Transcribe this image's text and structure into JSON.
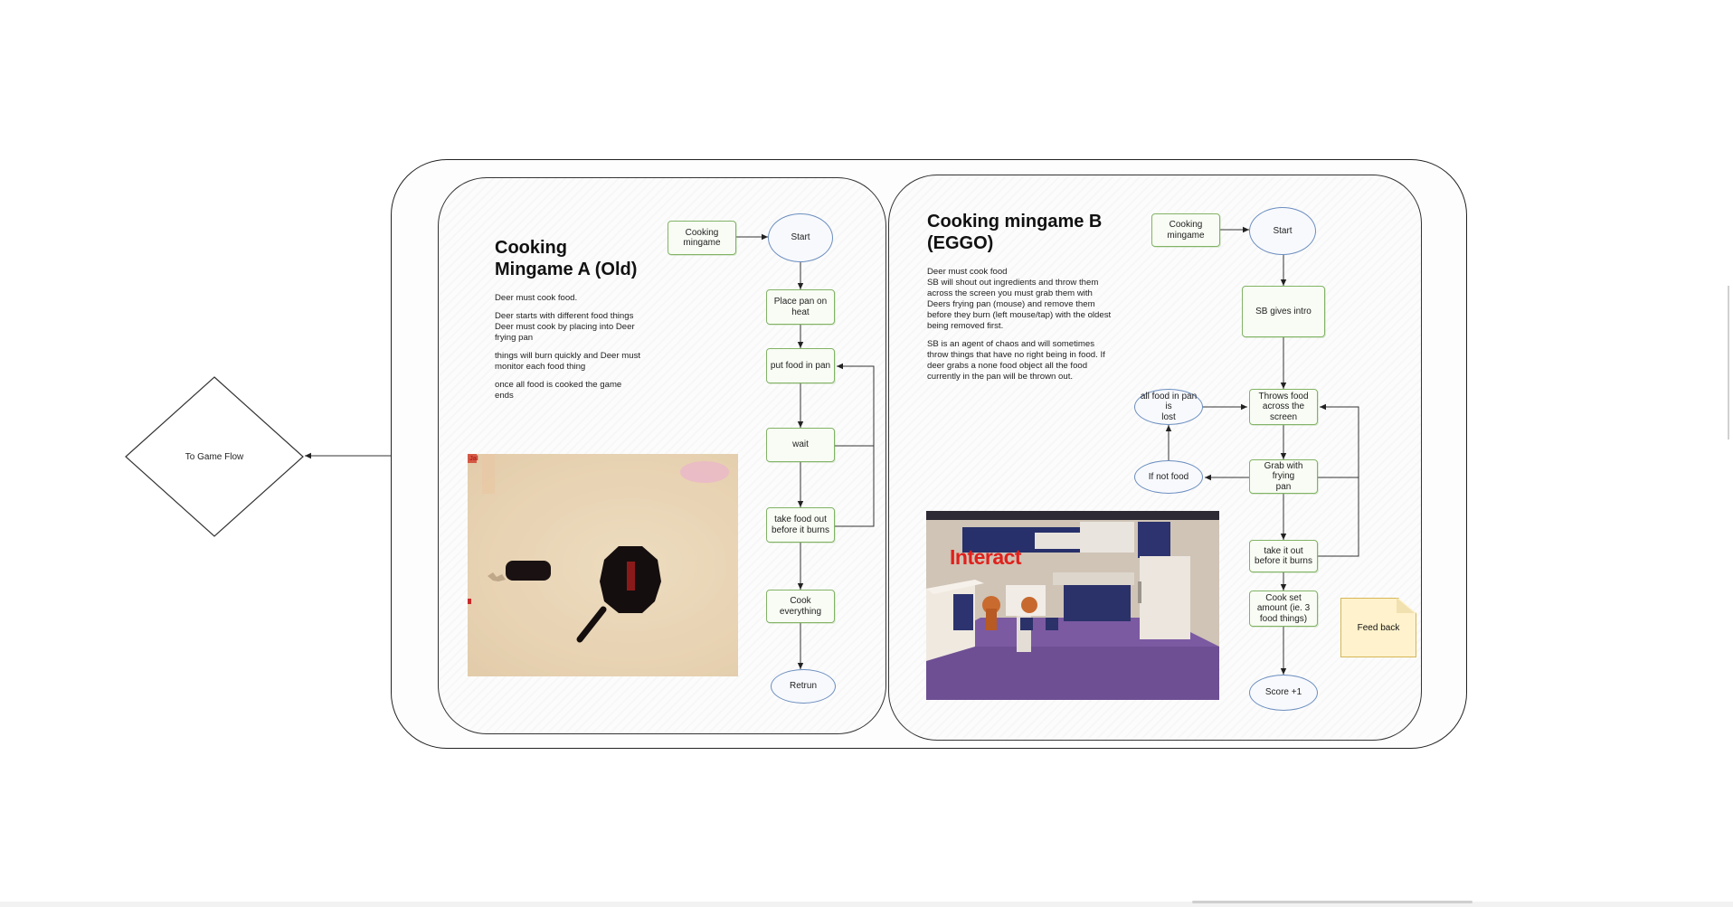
{
  "diagram": {
    "game_flow_label": "To Game Flow",
    "feedback_note": "Feed back",
    "minigame_a": {
      "title": "Cooking\nMingame A (Old)",
      "description": [
        "Deer must cook food.",
        "Deer starts with different food things\nDeer must cook by placing into Deer\nfrying pan",
        "things will burn quickly and Deer must\nmonitor each food thing",
        "once all food is cooked the game\nends"
      ],
      "flow": {
        "entry": "Cooking\nmingame",
        "start": "Start",
        "steps": [
          "Place pan on\nheat",
          "put food in pan",
          "wait",
          "take food out\nbefore it burns",
          "Cook everything"
        ],
        "end": "Retrun"
      },
      "screenshot_ui_text": "Jal"
    },
    "minigame_b": {
      "title": "Cooking mingame B\n(EGGO)",
      "description": [
        "Deer must cook food\nSB will shout out ingredients and throw them\nacross the screen you must grab them with\nDeers frying pan (mouse) and remove them\nbefore they burn (left mouse/tap) with the oldest\nbeing removed first.",
        "SB is an agent of chaos and will sometimes\nthrow things that have no right being in food. If\ndeer grabs a none food object all the food\ncurrently in the pan will be thrown out."
      ],
      "flow": {
        "entry": "Cooking\nmingame",
        "start": "Start",
        "intro": "SB gives intro",
        "throws": "Throws food\nacross the\nscreen",
        "grab": "Grab with frying\npan",
        "take_out": "take it out\nbefore it burns",
        "cook_set": "Cook set\namount (ie. 3\nfood things)",
        "score": "Score +1",
        "not_food": "If not food",
        "lost": "all food in pan is\nlost"
      },
      "screenshot_overlay_text": "Interact"
    }
  },
  "colors": {
    "process_stroke": "#82b366",
    "terminal_stroke": "#6c8ebf",
    "note_fill": "#fff2cc",
    "interact_text": "#e0201c"
  }
}
